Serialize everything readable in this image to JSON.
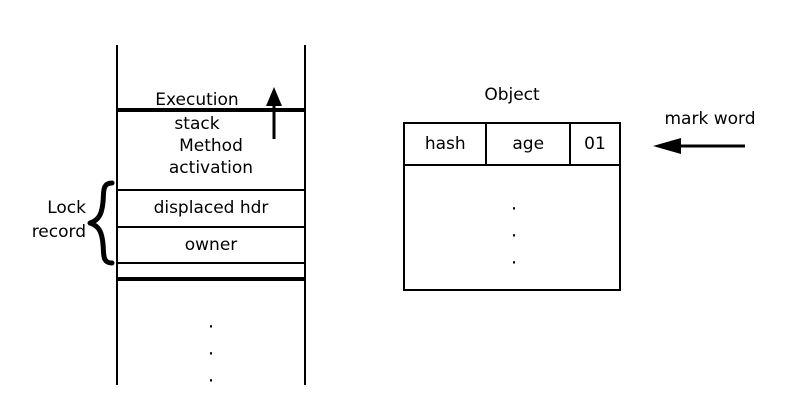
{
  "figure": {
    "title": "JVM thin lock: execution stack and object mark word",
    "stroke_color": "#000000",
    "background_color": "#ffffff"
  },
  "stack": {
    "caption": "Execution\nstack",
    "caption_line1": "Execution",
    "caption_line2": "stack",
    "direction_arrow": "up-arrow",
    "rows": [
      {
        "id": "execution-stack",
        "label": ""
      },
      {
        "id": "method-activation-line1",
        "label": "Method"
      },
      {
        "id": "method-activation-line2",
        "label": "activation"
      },
      {
        "id": "displaced-hdr",
        "label": "displaced hdr"
      },
      {
        "id": "owner",
        "label": "owner"
      },
      {
        "id": "empty-slot",
        "label": ""
      }
    ],
    "method_activation_label_line1": "Method",
    "method_activation_label_line2": "activation",
    "displaced_header_label": "displaced hdr",
    "owner_label": "owner",
    "continuation_dots": "·",
    "lock_record": {
      "label_line1": "Lock",
      "label_line2": "record",
      "brace": "left-curly-brace",
      "covers_rows": [
        "displaced hdr",
        "owner"
      ]
    }
  },
  "object": {
    "title": "Object",
    "header_cells": [
      {
        "id": "hash",
        "label": "hash"
      },
      {
        "id": "age",
        "label": "age"
      },
      {
        "id": "lock-bits",
        "label": "01"
      }
    ],
    "body_dots": "·",
    "annotation": {
      "label": "mark word",
      "arrow": "left-arrow",
      "points_to": "object-header-row"
    }
  }
}
